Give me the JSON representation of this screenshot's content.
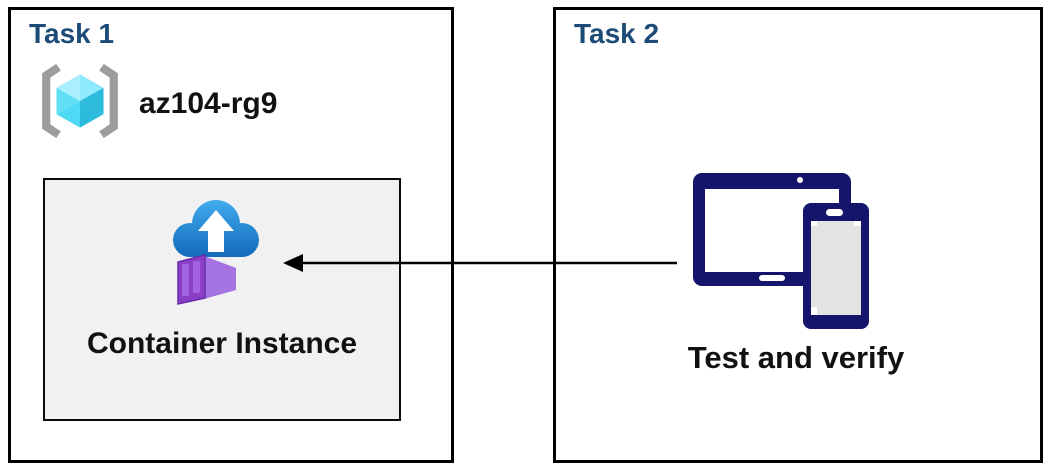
{
  "task1": {
    "title": "Task 1",
    "resource_group": {
      "name": "az104-rg9"
    },
    "container_instance": {
      "label": "Container Instance"
    }
  },
  "task2": {
    "title": "Task 2",
    "caption": "Test and verify"
  },
  "arrow": {
    "from": "task2-devices",
    "to": "task1-container-instance",
    "direction": "right-to-left"
  },
  "icons": {
    "resource_group": "azure-resource-group-icon",
    "container_instance": "azure-container-instances-icon",
    "devices": "tablet-and-phone-icon",
    "arrow": "left-arrow-connector"
  },
  "colors": {
    "title_blue": "#1C4B77",
    "box_border": "#000000",
    "container_box_fill": "#F1F1F1",
    "text_black": "#111111",
    "device_navy": "#15156B",
    "bracket_gray": "#9D9D9D",
    "cube_cyan_light": "#A9EFFF",
    "cube_cyan_dark": "#2CBBDC",
    "cloud_blue_top": "#3FA9EC",
    "cloud_blue_bottom": "#1166B8",
    "container_purple_side": "#A673E3",
    "container_purple_door": "#8A3FC6",
    "container_purple_top": "#C9A8F0"
  }
}
